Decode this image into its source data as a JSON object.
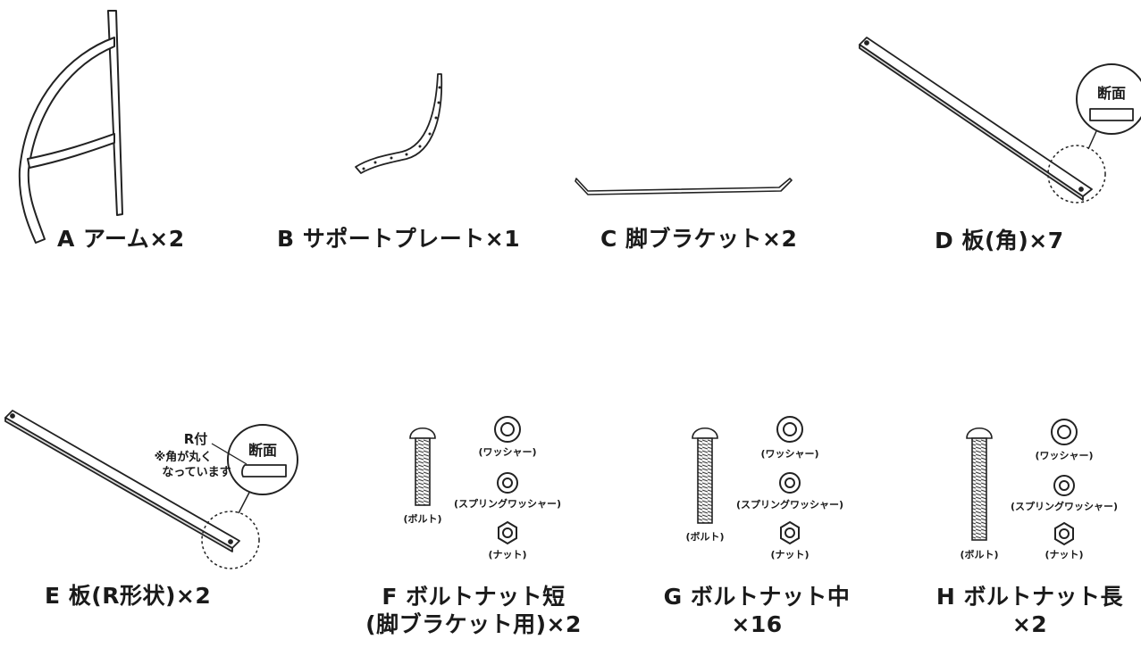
{
  "parts": {
    "a": {
      "label": "A アーム×2"
    },
    "b": {
      "label": "B サポートプレート×1"
    },
    "c": {
      "label": "C 脚ブラケット×2"
    },
    "d": {
      "label": "D 板(角)×7",
      "cross_section": "断面"
    },
    "e": {
      "label": "E 板(R形状)×2",
      "cross_section": "断面",
      "r_note": "R付",
      "note_line1": "※角が丸く",
      "note_line2": "なっています"
    },
    "f": {
      "label_line1": "F ボルトナット短",
      "label_line2": "(脚ブラケット用)×2",
      "bolt": "(ボルト)",
      "washer": "(ワッシャー)",
      "spring_washer": "(スプリングワッシャー)",
      "nut": "(ナット)"
    },
    "g": {
      "label_line1": "G ボルトナット中",
      "label_line2": "×16",
      "bolt": "(ボルト)",
      "washer": "(ワッシャー)",
      "spring_washer": "(スプリングワッシャー)",
      "nut": "(ナット)"
    },
    "h": {
      "label_line1": "H ボルトナット長",
      "label_line2": "×2",
      "bolt": "(ボルト)",
      "washer": "(ワッシャー)",
      "spring_washer": "(スプリングワッシャー)",
      "nut": "(ナット)"
    }
  }
}
